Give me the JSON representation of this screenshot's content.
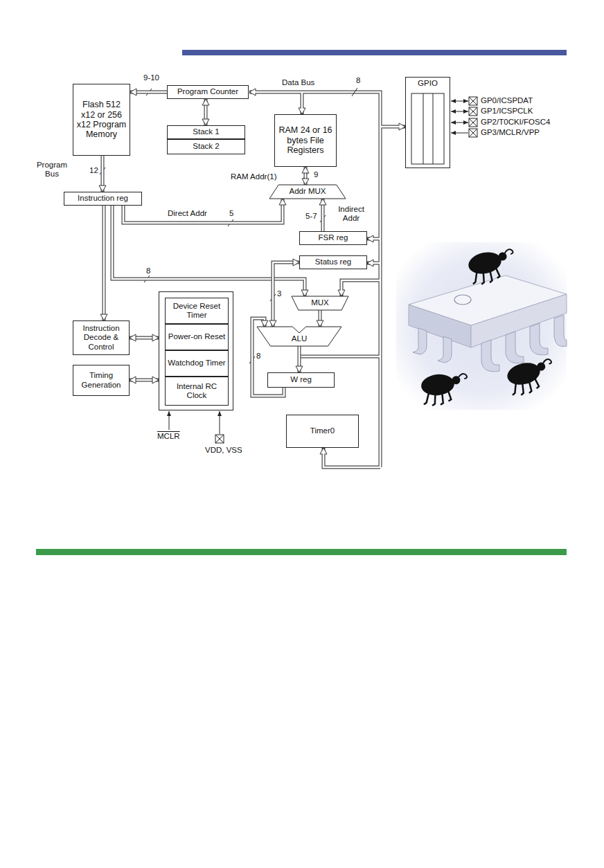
{
  "diagram": {
    "nodes": [
      {
        "text": [
          "Flash 512 x12 or 256 x12 Program Memory"
        ]
      },
      {
        "text": [
          "Program Counter"
        ]
      },
      {
        "text": [
          "Stack 1"
        ]
      },
      {
        "text": [
          "Stack 2"
        ]
      },
      {
        "text": [
          "RAM 24 or 16 bytes File Registers"
        ]
      },
      {
        "text": [
          "GPIO"
        ]
      },
      {
        "text": [
          "Instruction reg"
        ]
      },
      {
        "text": [
          "Addr MUX"
        ]
      },
      {
        "text": [
          "FSR reg"
        ]
      },
      {
        "text": [
          "Status reg"
        ]
      },
      {
        "text": [
          "MUX"
        ]
      },
      {
        "text": [
          "Instruction Decode & Control"
        ]
      },
      {
        "text": []
      },
      {
        "text": [
          "Device Reset Timer"
        ],
        "in": 12
      },
      {
        "text": [
          "Power-on Reset"
        ],
        "in": 12
      },
      {
        "text": [
          "Watchdog Timer"
        ],
        "in": 12
      },
      {
        "text": [
          "Internal RC Clock"
        ],
        "in": 12
      },
      {
        "text": [
          "ALU"
        ]
      },
      {
        "text": [
          "Timing Generation"
        ]
      },
      {
        "text": [
          "W reg"
        ]
      },
      {
        "text": [
          "Timer0"
        ]
      }
    ],
    "edges": [
      {
        "from": 1,
        "to": 0,
        "arrow": "to",
        "label": "9-10"
      },
      {
        "from": 1,
        "to": 2,
        "arrow": "both"
      },
      {
        "from": 0,
        "to": 6,
        "arrow": "to",
        "label": "12"
      },
      {
        "from": 6,
        "to": 7,
        "arrow": "to",
        "label": "5"
      },
      {
        "from": 7,
        "to": 4,
        "arrow": "both",
        "label": "9"
      },
      {
        "from": 8,
        "to": 7,
        "arrow": "to",
        "label": "5-7"
      },
      {
        "from": 6,
        "to": 11,
        "arrow": "to"
      },
      {
        "from": 6,
        "to": 10,
        "arrow": "to",
        "label": "8"
      },
      {
        "from": 10,
        "to": 17,
        "arrow": "to"
      },
      {
        "from": 17,
        "to": 19,
        "arrow": "to"
      },
      {
        "from": 19,
        "to": 17,
        "arrow": "to",
        "label": "8"
      },
      {
        "from": 9,
        "to": 17,
        "arrow": "both",
        "label": "3"
      },
      {
        "from": 11,
        "to": 12,
        "arrow": "both"
      },
      {
        "from": 18,
        "to": 12,
        "arrow": "both"
      }
    ],
    "labels": [
      "8",
      "Data Bus",
      "Program Bus",
      "RAM Addr(1)",
      "Direct Addr",
      "Indirect Addr",
      "GP0/ICSPDAT",
      "GP1/ICSPCLK",
      "GP2/T0CKI/FOSC4",
      "GP3/MCLR/VPP",
      "MCLR",
      "VDD, VSS"
    ]
  }
}
